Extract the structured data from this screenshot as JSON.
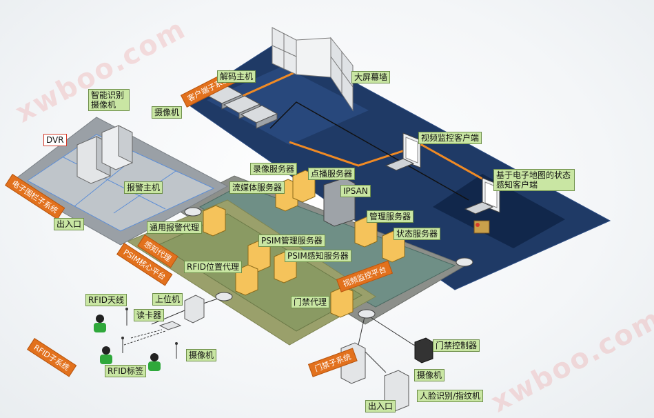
{
  "watermark": "xwboo.com",
  "subsystem_tags": {
    "client": "客户端子系统",
    "fence": "电子围栏子系统",
    "psim_core": "PSIM核心平台",
    "perception_proxy": "感知代理",
    "video_platform": "视频监控平台",
    "rfid": "RFID子系统",
    "access": "门禁子系统"
  },
  "labels": {
    "decoder": "解码主机",
    "video_wall": "大屏幕墙",
    "video_client": "视频监控客户端",
    "map_client": "基于电子地图的状态感知客户端",
    "smart_camera": "智能识别摄像机",
    "camera_fence": "摄像机",
    "dvr": "DVR",
    "alarm_host": "报警主机",
    "fence_gate": "出入口",
    "general_alarm_proxy": "通用报警代理",
    "record_server": "录像服务器",
    "vod_server": "点播服务器",
    "stream_server": "流媒体服务器",
    "ipsan": "IPSAN",
    "mgmt_server": "管理服务器",
    "status_server": "状态服务器",
    "psim_mgmt": "PSIM管理服务器",
    "psim_sense": "PSIM感知服务器",
    "rfid_pos_proxy": "RFID位置代理",
    "access_proxy": "门禁代理",
    "rfid_antenna": "RFID天线",
    "reader": "读卡器",
    "upper_pc": "上位机",
    "camera_rfid": "摄像机",
    "rfid_tag": "RFID标签",
    "door_controller": "门禁控制器",
    "camera_access": "摄像机",
    "face_finger": "人脸识别/指纹机",
    "access_gate": "出入口"
  },
  "colors": {
    "client_zone": "#1f3a66",
    "platform_zone": "#6f8f86",
    "core_zone": "#8a9a63",
    "fence_zone": "#9aa0a6",
    "label_bg": "#c9e6a3",
    "tag_bg": "#e2711d",
    "link_orange": "#f08a24"
  },
  "icons": [
    "server-icon",
    "router-icon",
    "monitor-icon",
    "camera-icon",
    "video-wall-icon",
    "person-icon",
    "antenna-icon",
    "gate-icon",
    "building-icon"
  ]
}
